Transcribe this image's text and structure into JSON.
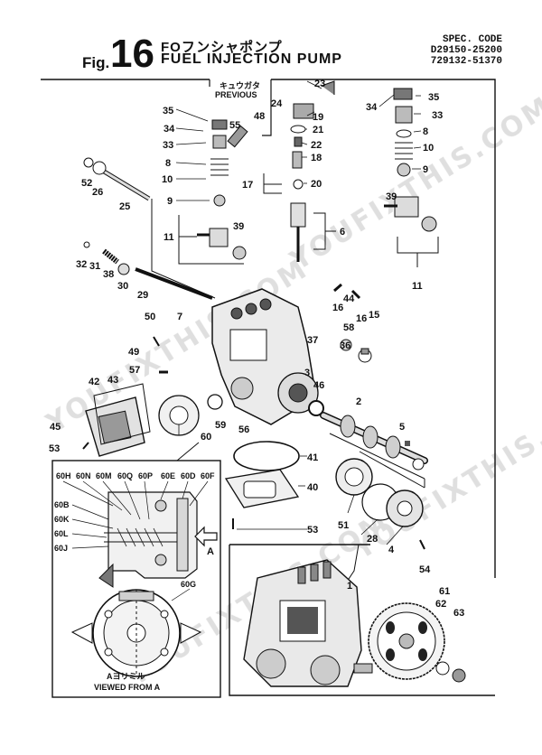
{
  "header": {
    "fig_prefix": "Fig.",
    "fig_number": "16",
    "title_jp": "FOフンシャポンプ",
    "title_en": "FUEL INJECTION PUMP",
    "spec_label": "SPEC. CODE",
    "spec_codes": [
      "D29150-25200",
      "729132-51370"
    ]
  },
  "callouts": {
    "previous_jp": "キュウガタ",
    "previous_en": "PREVIOUS",
    "view_jp": "Aヨリミル",
    "view_en": "VIEWED FROM A",
    "arrow_a": "A"
  },
  "watermark": "YOUFIXTHIS.COM",
  "part_labels": {
    "p1": "1",
    "p2": "2",
    "p3": "3",
    "p4": "4",
    "p5": "5",
    "p6": "6",
    "p7": "7",
    "p8": "8",
    "p9": "9",
    "p10": "10",
    "p11": "11",
    "p15": "15",
    "p16": "16",
    "p17": "17",
    "p18": "18",
    "p19": "19",
    "p20": "20",
    "p21": "21",
    "p22": "22",
    "p23": "23",
    "p24": "24",
    "p25": "25",
    "p26": "26",
    "p28": "28",
    "p29": "29",
    "p30": "30",
    "p31": "31",
    "p32": "32",
    "p33": "33",
    "p34": "34",
    "p35": "35",
    "p36": "36",
    "p37": "37",
    "p38": "38",
    "p39": "39",
    "p40": "40",
    "p41": "41",
    "p42": "42",
    "p43": "43",
    "p44": "44",
    "p45": "45",
    "p46": "46",
    "p48": "48",
    "p49": "49",
    "p50": "50",
    "p51": "51",
    "p52": "52",
    "p53": "53",
    "p54": "54",
    "p55": "55",
    "p56": "56",
    "p57": "57",
    "p58": "58",
    "p59": "59",
    "p60": "60",
    "p61": "61",
    "p62": "62",
    "p63": "63",
    "p60H": "60H",
    "p60N": "60N",
    "p60M": "60M",
    "p60Q": "60Q",
    "p60P": "60P",
    "p60E": "60E",
    "p60D": "60D",
    "p60F": "60F",
    "p60B": "60B",
    "p60K": "60K",
    "p60L": "60L",
    "p60J": "60J",
    "p60G": "60G"
  }
}
